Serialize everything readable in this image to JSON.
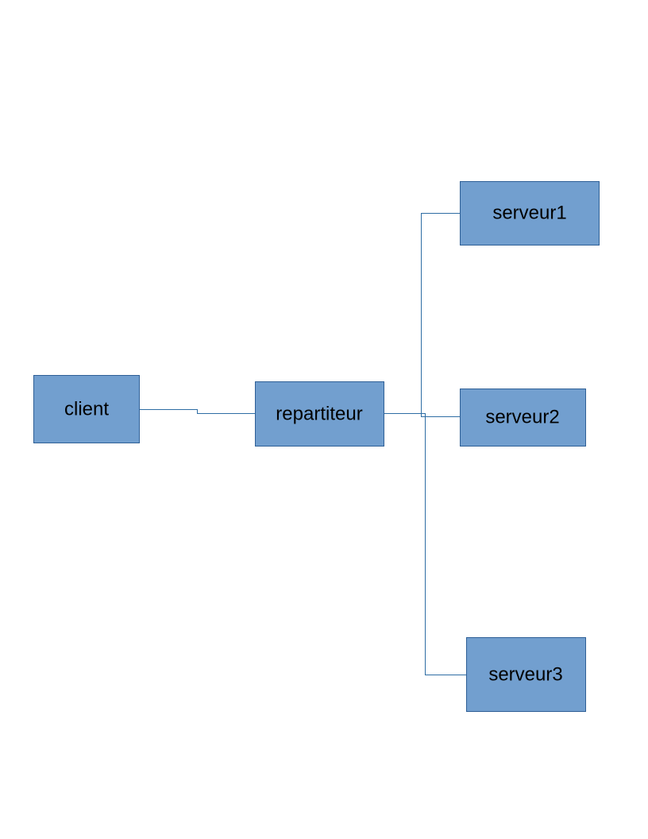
{
  "diagram": {
    "style": {
      "node_fill": "#729fcf",
      "node_border": "#2e5f96",
      "connector_color": "#2e6da4",
      "text_color": "#000000"
    },
    "nodes": {
      "client": "client",
      "repartiteur": "repartiteur",
      "serveur1": "serveur1",
      "serveur2": "serveur2",
      "serveur3": "serveur3"
    },
    "edges": [
      {
        "from": "client",
        "to": "repartiteur"
      },
      {
        "from": "repartiteur",
        "to": "serveur1"
      },
      {
        "from": "repartiteur",
        "to": "serveur2"
      },
      {
        "from": "repartiteur",
        "to": "serveur3"
      }
    ]
  }
}
